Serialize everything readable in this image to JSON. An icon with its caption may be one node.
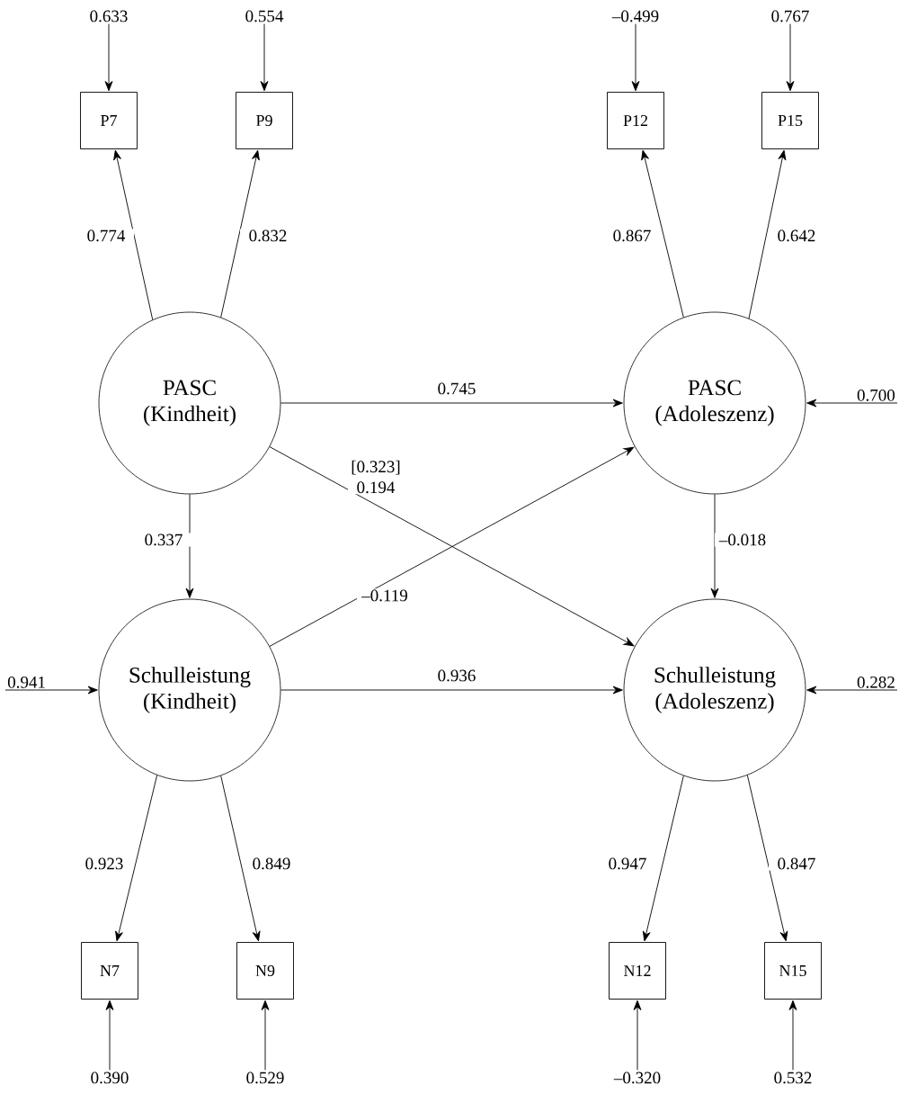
{
  "diagram": {
    "nodes": [
      {
        "text": [
          "0.633"
        ]
      },
      {
        "text": [
          "0.554"
        ]
      },
      {
        "text": [
          "–0.499"
        ]
      },
      {
        "text": [
          "0.767"
        ]
      },
      {
        "text": [
          "P7"
        ]
      },
      {
        "text": [
          "P9"
        ]
      },
      {
        "text": [
          "P12"
        ]
      },
      {
        "text": [
          "P15"
        ]
      },
      {
        "text": [
          "PASC (Kindheit)"
        ]
      },
      {
        "text": [
          "PASC (Adoleszenz)"
        ]
      },
      {
        "text": [
          "0.700"
        ]
      },
      {
        "text": [
          "0.941"
        ]
      },
      {
        "text": [
          "Schulleistung (Kindheit)"
        ]
      },
      {
        "text": [
          "Schulleistung (Adoleszenz)"
        ]
      },
      {
        "text": [
          "0.282"
        ]
      },
      {
        "text": [
          "N7"
        ]
      },
      {
        "text": [
          "N9"
        ]
      },
      {
        "text": [
          "N12"
        ]
      },
      {
        "text": [
          "N15"
        ]
      },
      {
        "text": [
          "0.390"
        ]
      },
      {
        "text": [
          "0.529"
        ]
      },
      {
        "text": [
          "–0.320"
        ]
      },
      {
        "text": [
          "0.532"
        ]
      }
    ],
    "edges": [
      {
        "from": 0,
        "to": 4,
        "arrow": "to"
      },
      {
        "from": 1,
        "to": 5,
        "arrow": "to"
      },
      {
        "from": 2,
        "to": 6,
        "arrow": "to"
      },
      {
        "from": 3,
        "to": 7,
        "arrow": "to"
      },
      {
        "from": 8,
        "to": 4,
        "arrow": "to",
        "label": "0.774"
      },
      {
        "from": 8,
        "to": 5,
        "arrow": "to",
        "label": "0.832"
      },
      {
        "from": 9,
        "to": 6,
        "arrow": "to",
        "label": "0.867"
      },
      {
        "from": 9,
        "to": 7,
        "arrow": "to",
        "label": "0.642"
      },
      {
        "from": 8,
        "to": 9,
        "arrow": "to",
        "label": "0.745"
      },
      {
        "from": 10,
        "to": 9,
        "arrow": "to"
      },
      {
        "from": 8,
        "to": 13,
        "arrow": "to",
        "label": "[0.323] 0.194"
      },
      {
        "from": 8,
        "to": 12,
        "arrow": "to",
        "label": "0.337"
      },
      {
        "from": 12,
        "to": 9,
        "arrow": "to",
        "label": "–0.119"
      },
      {
        "from": 9,
        "to": 13,
        "arrow": "to",
        "label": "–0.018"
      },
      {
        "from": 11,
        "to": 12,
        "arrow": "to"
      },
      {
        "from": 12,
        "to": 13,
        "arrow": "to",
        "label": "0.936"
      },
      {
        "from": 14,
        "to": 13,
        "arrow": "to"
      },
      {
        "from": 12,
        "to": 15,
        "arrow": "to",
        "label": "0.923"
      },
      {
        "from": 12,
        "to": 16,
        "arrow": "to",
        "label": "0.849"
      },
      {
        "from": 13,
        "to": 17,
        "arrow": "to",
        "label": "0.947"
      },
      {
        "from": 13,
        "to": 18,
        "arrow": "to",
        "label": "0.847"
      },
      {
        "from": 19,
        "to": 15,
        "arrow": "to"
      },
      {
        "from": 20,
        "to": 16,
        "arrow": "to"
      },
      {
        "from": 21,
        "to": 17,
        "arrow": "to"
      },
      {
        "from": 22,
        "to": 18,
        "arrow": "to"
      }
    ]
  }
}
